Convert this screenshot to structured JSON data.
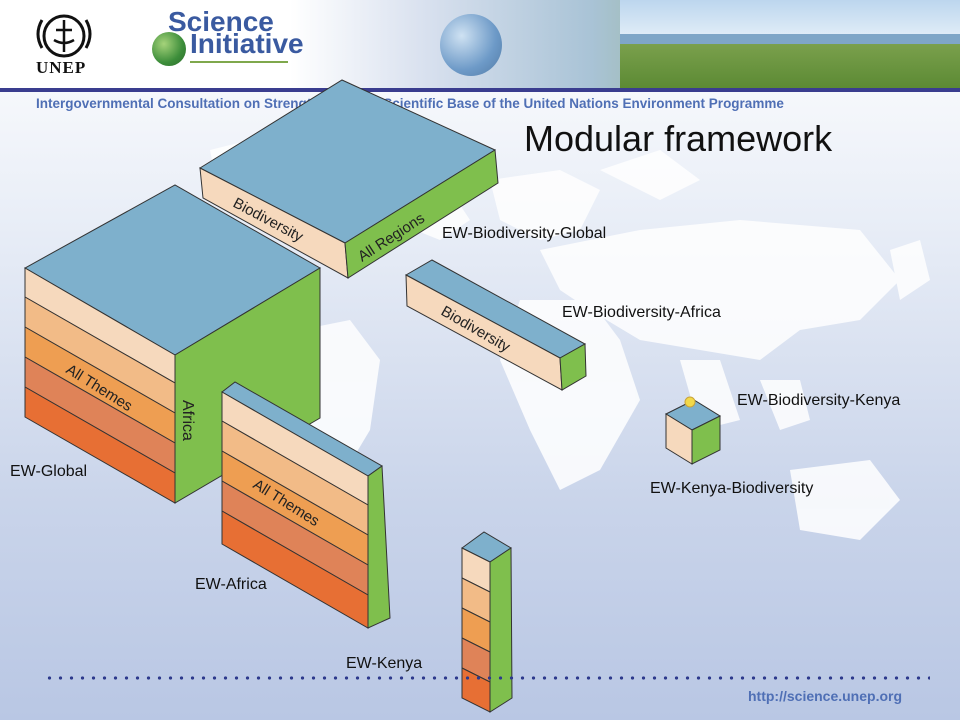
{
  "header": {
    "org_logo_text": "UNEP",
    "initiative_line1": "Science",
    "initiative_line2": "Initiative",
    "subtitle": "Intergovernmental Consultation on Strengthening the Scientific Base of the United Nations Environment Programme"
  },
  "slide": {
    "title": "Modular framework"
  },
  "diagram": {
    "cube_labels": {
      "biodiversity": "Biodiversity",
      "all_regions": "All Regions",
      "all_themes": "All Themes",
      "africa": "Africa"
    },
    "nodes": {
      "ew_global": "EW-Global",
      "ew_africa": "EW-Africa",
      "ew_kenya": "EW-Kenya",
      "ew_biodiversity_global": "EW-Biodiversity-Global",
      "ew_biodiversity_africa": "EW-Biodiversity-Africa",
      "ew_biodiversity_kenya": "EW-Biodiversity-Kenya",
      "ew_kenya_biodiversity": "EW-Kenya-Biodiversity"
    },
    "colors": {
      "top": "#7eb0cc",
      "side": "#7fbf4d",
      "layers": [
        "#f6d9bd",
        "#f2bb87",
        "#ee9e52",
        "#df8358",
        "#e76f34"
      ],
      "map": "#ffffff",
      "accent": "#3a3d8f"
    }
  },
  "footer": {
    "url": "http://science.unep.org"
  }
}
